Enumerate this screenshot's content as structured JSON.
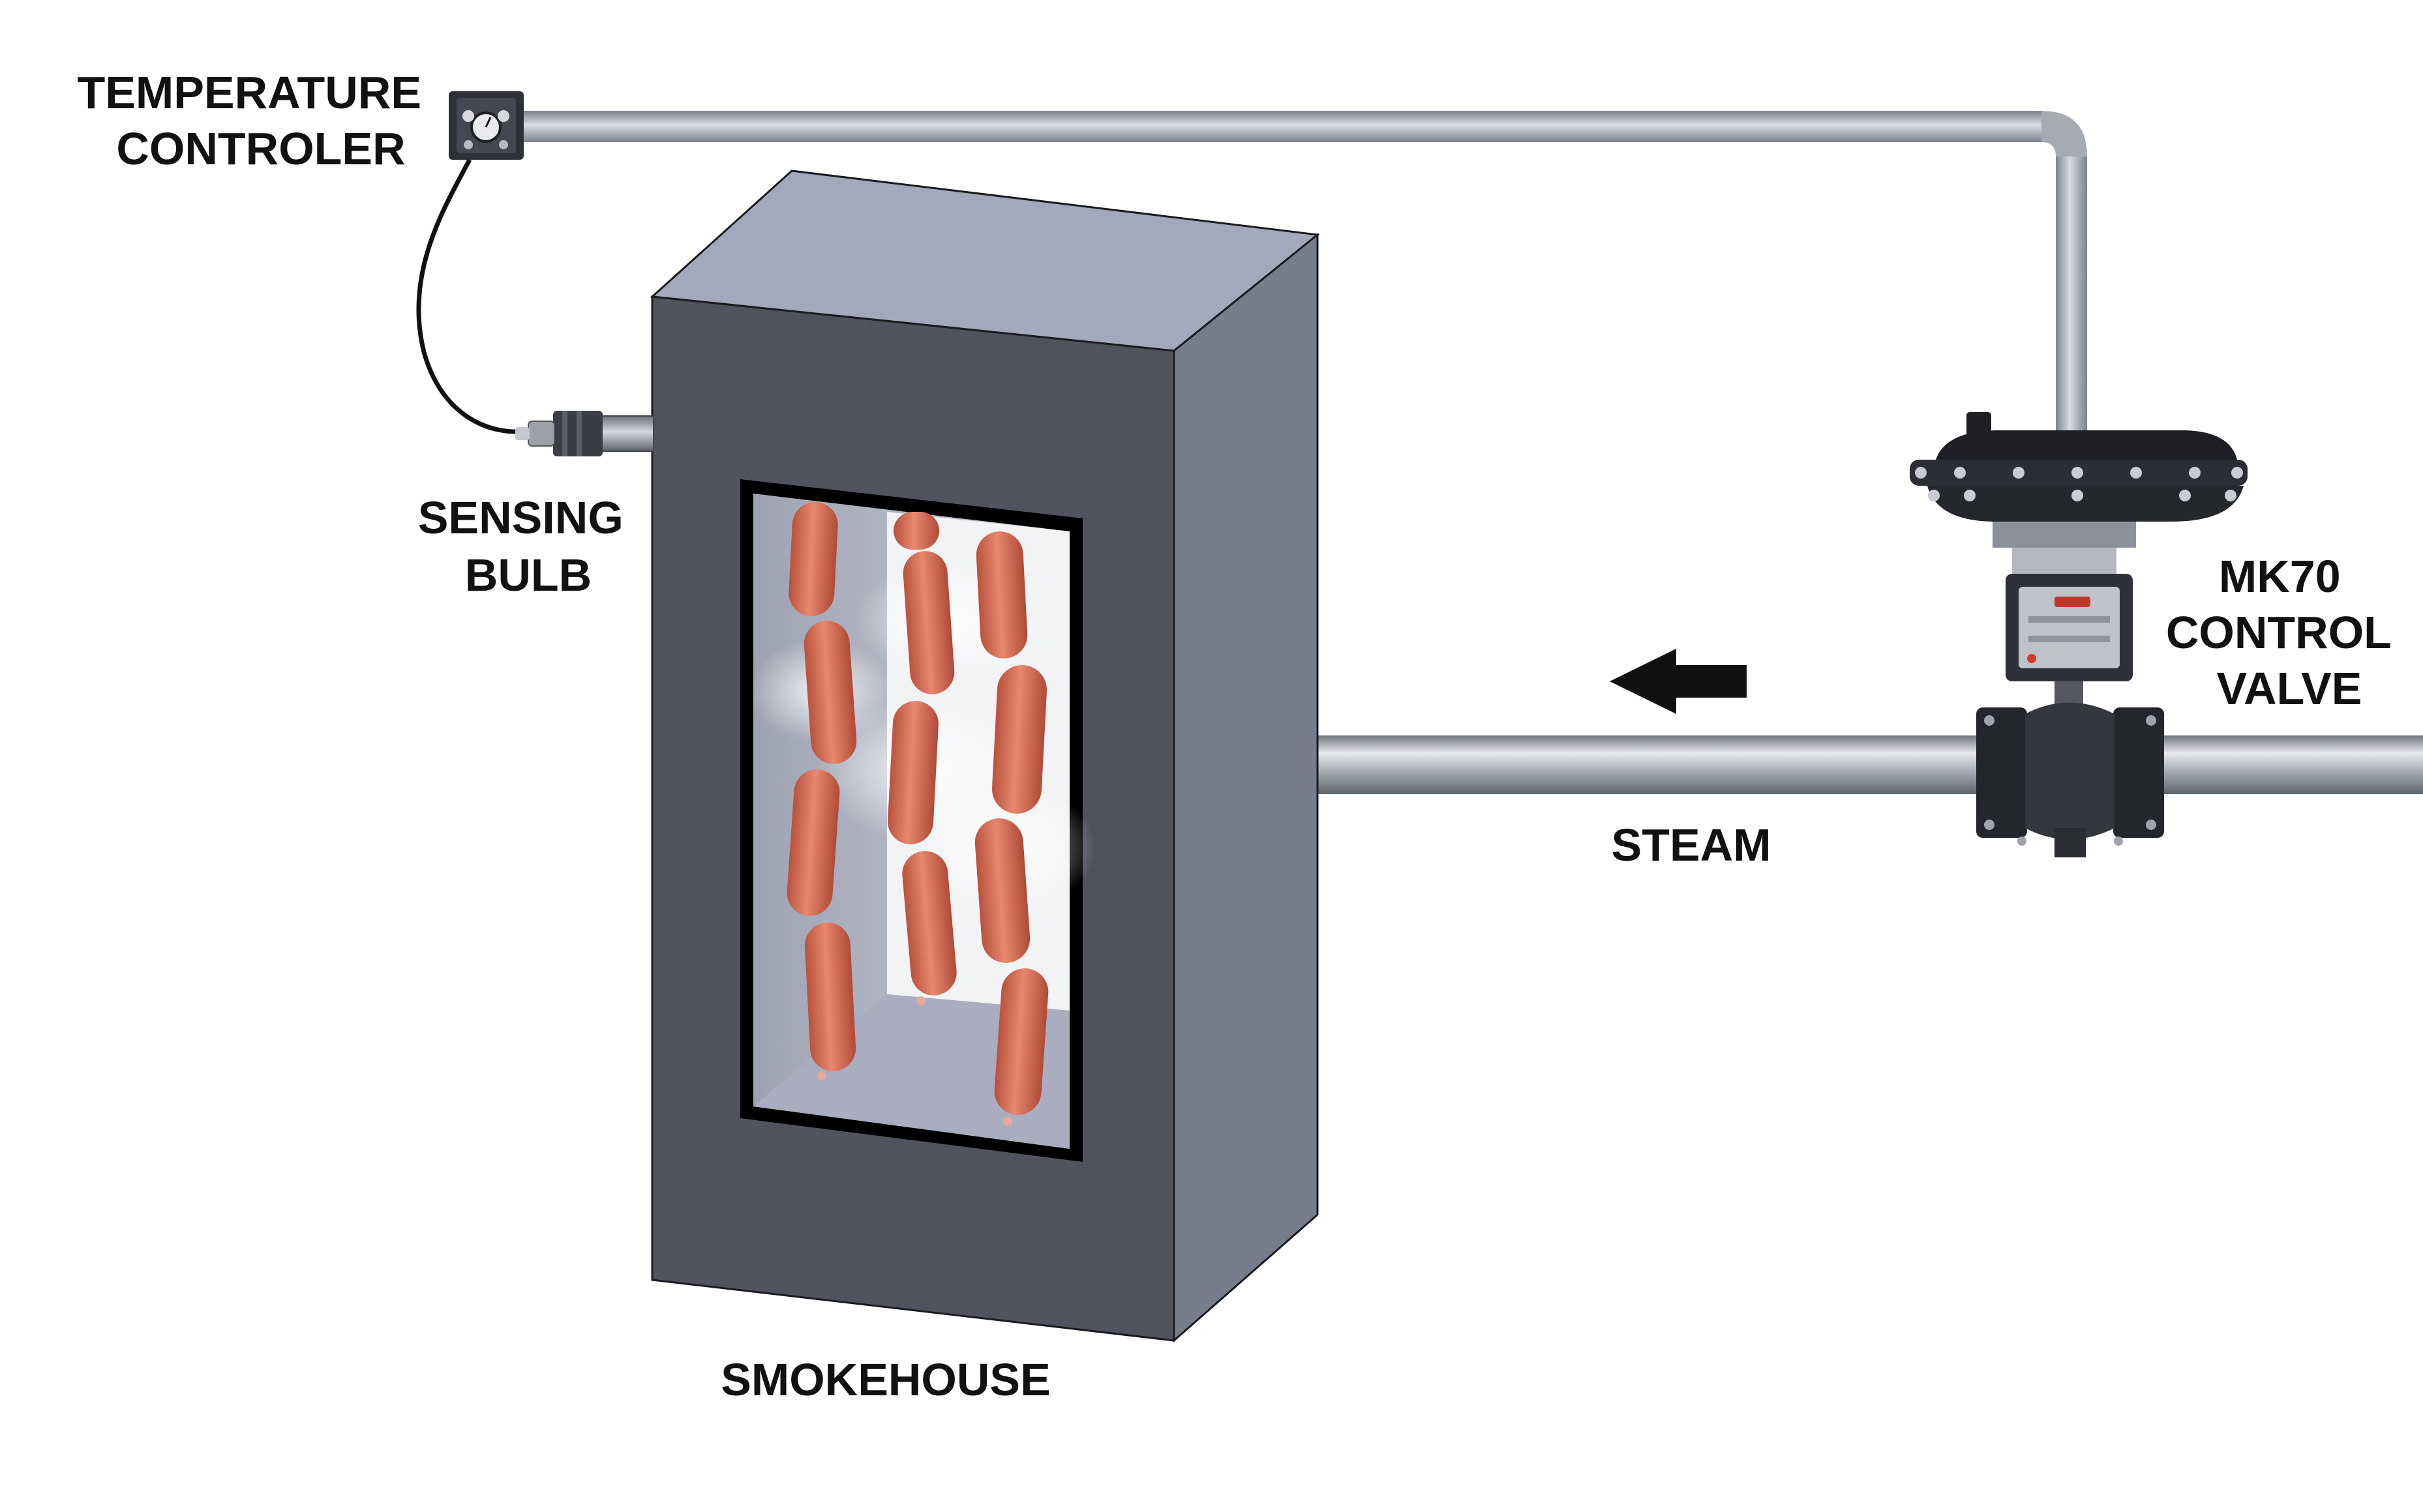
{
  "labels": {
    "temperature_controller": [
      "TEMPERATURE",
      "CONTROLER"
    ],
    "sensing_bulb": [
      "SENSING",
      "BULB"
    ],
    "control_valve": [
      "MK70",
      "CONTROL",
      "VALVE"
    ],
    "steam": "STEAM",
    "smokehouse": "SMOKEHOUSE"
  },
  "flow_direction": "left",
  "colors": {
    "box_top": "#a3a8bc",
    "box_front": "#50535f",
    "box_side": "#787d8e",
    "pipe": "#a6abb4",
    "sausage": "#d9715a",
    "valve_body": "#2a2d33",
    "arrow": "#111111"
  }
}
